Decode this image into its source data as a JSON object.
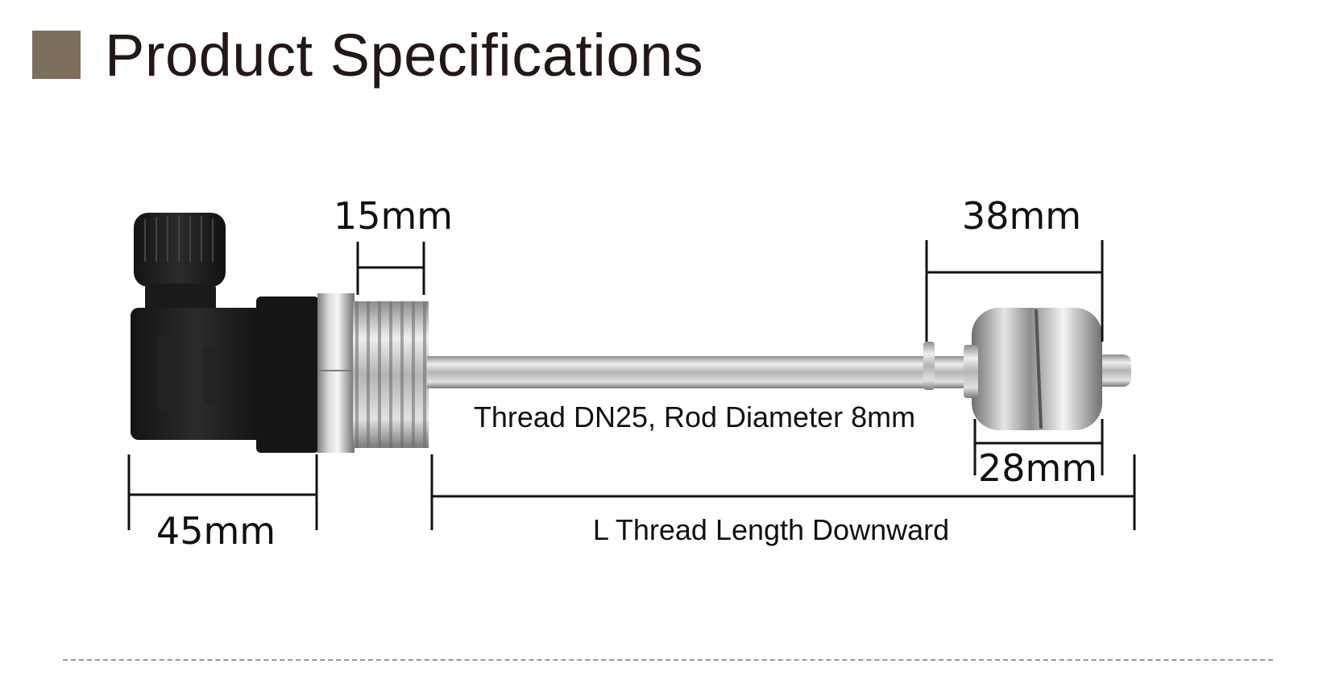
{
  "header": {
    "title": "Product Specifications",
    "accent_color": "#7d6f5e"
  },
  "diagram": {
    "labels": {
      "dim_head_width": "45mm",
      "dim_thread_length": "15mm",
      "dim_float_length": "38mm",
      "dim_float_diameter": "28mm",
      "spec_thread_rod": "Thread DN25, Rod Diameter 8mm",
      "spec_l_length": "L Thread Length Downward"
    },
    "colors": {
      "housing": "#1c1c1c",
      "steel": "#c9c9c9",
      "dimension_line": "#111111",
      "text": "#111111"
    }
  }
}
